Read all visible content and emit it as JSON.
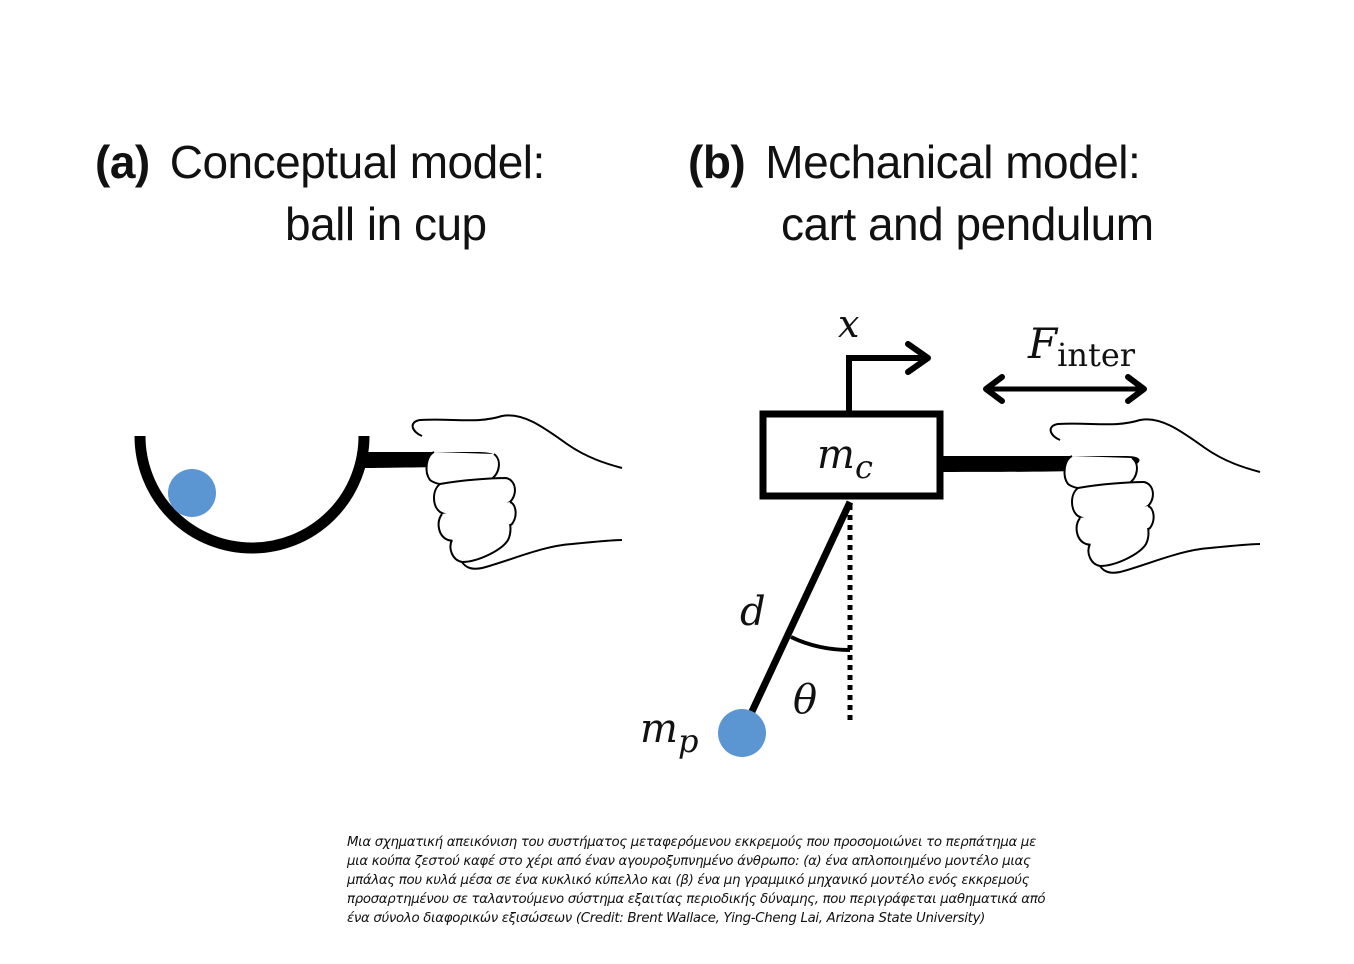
{
  "panel_a": {
    "tag": "(a)",
    "title_line1": "Conceptual model:",
    "title_line2": "ball in cup"
  },
  "panel_b": {
    "tag": "(b)",
    "title_line1": "Mechanical model:",
    "title_line2": "cart and pendulum",
    "labels": {
      "position": "x",
      "force_main": "F",
      "force_sub": "inter",
      "cart_mass_main": "m",
      "cart_mass_sub": "c",
      "length": "d",
      "angle": "θ",
      "pendulum_mass_main": "m",
      "pendulum_mass_sub": "p"
    }
  },
  "colors": {
    "ball": "#5b96d3",
    "ink": "#000000",
    "background": "#ffffff"
  },
  "caption": "Μια σχηματική απεικόνιση του συστήματος μεταφερόμενου εκκρεμούς που προσομοιώνει το περπάτημα με μια κούπα ζεστού καφέ στο χέρι από έναν αγουροξυπνημένο άνθρωπο: (α) ένα απλοποιημένο μοντέλο μιας μπάλας που κυλά μέσα σε ένα κυκλικό κύπελλο και (β) ένα μη γραμμικό μηχανικό μοντέλο ενός εκκρεμούς προσαρτημένου σε ταλαντούμενο σύστημα εξαιτίας περιοδικής δύναμης, που περιγράφεται μαθηματικά από ένα σύνολο διαφορικών εξισώσεων (Credit: Brent Wallace, Ying-Cheng Lai, Arizona State University)"
}
